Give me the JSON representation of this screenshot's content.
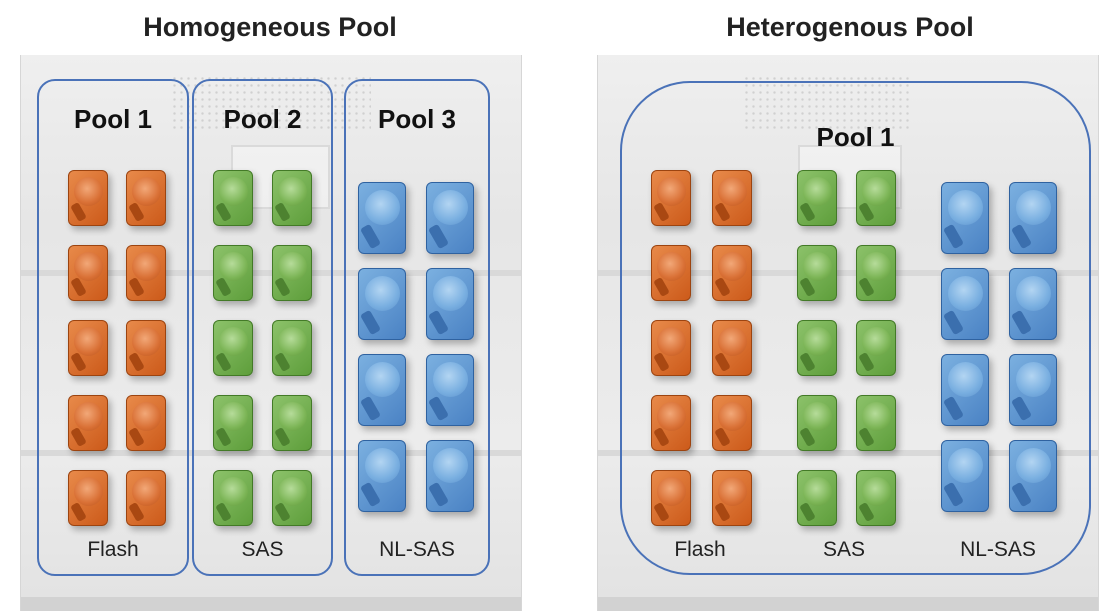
{
  "panels": {
    "left": {
      "title": "Homogeneous Pool",
      "pools": [
        {
          "label": "Pool 1",
          "media": "Flash",
          "drive_color": "orange",
          "drive_rows": 5
        },
        {
          "label": "Pool 2",
          "media": "SAS",
          "drive_color": "green",
          "drive_rows": 5
        },
        {
          "label": "Pool 3",
          "media": "NL-SAS",
          "drive_color": "blue",
          "drive_rows": 4
        }
      ]
    },
    "right": {
      "title": "Heterogenous Pool",
      "pool": {
        "label": "Pool 1"
      },
      "groups": [
        {
          "media": "Flash",
          "drive_color": "orange",
          "drive_rows": 5
        },
        {
          "media": "SAS",
          "drive_color": "green",
          "drive_rows": 5
        },
        {
          "media": "NL-SAS",
          "drive_color": "blue",
          "drive_rows": 4
        }
      ]
    }
  },
  "colors": {
    "pool_outline": "#4a72b8",
    "flash_drive": "#d8672a",
    "sas_drive": "#70ad47",
    "nlsas_drive": "#5b9bd5"
  }
}
